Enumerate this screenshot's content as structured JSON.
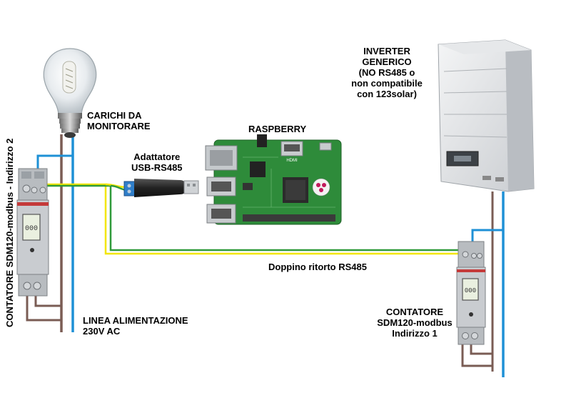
{
  "labels": {
    "loads": [
      "CARICHI DA",
      "MONITORARE"
    ],
    "raspberry": "RASPBERRY",
    "adapter": [
      "Adattatore",
      "USB-RS485"
    ],
    "inverter": [
      "INVERTER",
      "GENERICO",
      "(NO RS485 o",
      "non compatibile",
      "con 123solar)"
    ],
    "twisted_pair": "Doppino ritorto RS485",
    "power_line": [
      "LINEA  ALIMENTAZIONE",
      "230V AC"
    ],
    "meter2": "CONTATORE SDM120-modbus - Indirizzo 2",
    "meter1": [
      "CONTATORE",
      "SDM120-modbus",
      "Indirizzo 1"
    ],
    "hdmi": "HDMI"
  },
  "colors": {
    "wire_blue": "#1e90d6",
    "wire_brown": "#7a5c54",
    "wire_yellow": "#f2e600",
    "wire_green": "#2f9a3a",
    "board_green": "#2e8b3a"
  }
}
